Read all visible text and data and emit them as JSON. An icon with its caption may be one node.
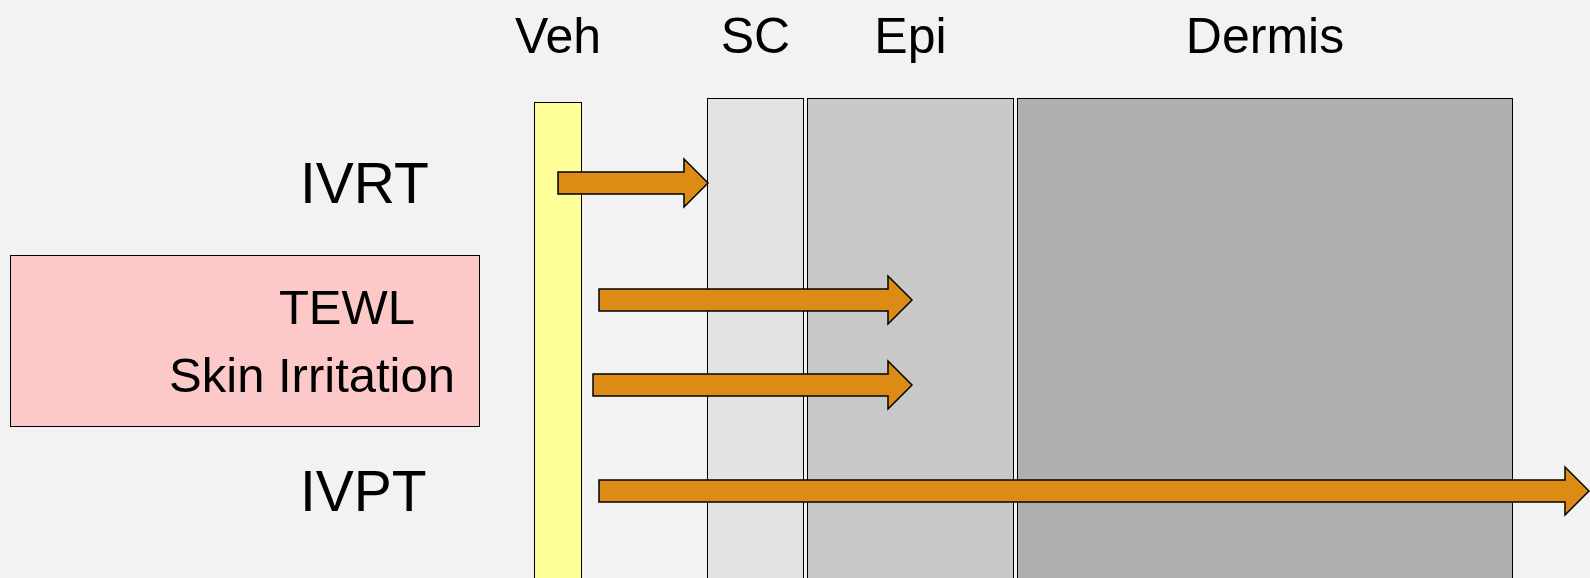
{
  "diagram": {
    "nodes": [
      {
        "text": [
          "Veh"
        ]
      },
      {
        "text": [
          "SC"
        ]
      },
      {
        "text": [
          "Epi"
        ]
      },
      {
        "text": [
          "Dermis"
        ]
      },
      {
        "text": [
          "TEWL",
          "Skin Irritation"
        ]
      }
    ],
    "edges": [
      {
        "from": 0,
        "to": 1,
        "arrow": "to"
      },
      {
        "from": 0,
        "to": 2,
        "arrow": "to"
      },
      {
        "from": 0,
        "to": 2,
        "arrow": "to"
      },
      {
        "from": 0,
        "to": null,
        "arrow": "to"
      }
    ],
    "labels": [
      "IVRT",
      "IVPT"
    ]
  }
}
